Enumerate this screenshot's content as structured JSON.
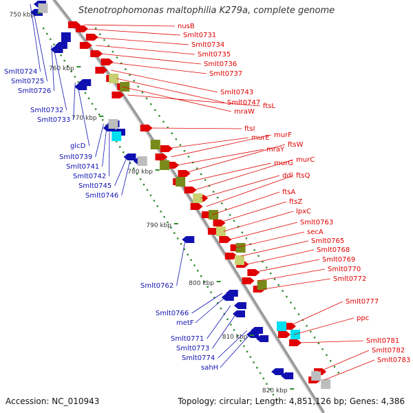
{
  "title": "Stenotrophomonas maltophilia K279a, complete genome",
  "footer": {
    "accession": "Accession: NC_010943",
    "summary": "Topology: circular; Length: 4,851,126 bp; Genes: 4,386"
  },
  "kbp_marks": [
    "750 kbp",
    "760 kbp",
    "770 kbp",
    "780 kbp",
    "790 kbp",
    "800 kbp",
    "810 kbp",
    "820 kbp"
  ],
  "forward_genes": [
    "nusB",
    "Smlt0731",
    "Smlt0734",
    "Smlt0735",
    "Smlt0736",
    "Smlt0737",
    "Smlt0743",
    "Smlt0747",
    "mraW",
    "ftsL",
    "ftsI",
    "murE",
    "murF",
    "mraY",
    "ftsW",
    "murG",
    "murC",
    "ddl",
    "ftsQ",
    "ftsA",
    "ftsZ",
    "lpxC",
    "Smlt0763",
    "secA",
    "Smlt0765",
    "Smlt0768",
    "Smlt0769",
    "Smlt0770",
    "Smlt0772",
    "Smlt0777",
    "ppc",
    "Smlt0781",
    "Smlt0782",
    "Smlt0783"
  ],
  "reverse_genes": [
    "Smlt0724",
    "Smlt0725",
    "Smlt0726",
    "Smlt0732",
    "Smlt0733",
    "glcD",
    "Smlt0739",
    "Smlt0741",
    "Smlt0742",
    "Smlt0745",
    "Smlt0746",
    "Smlt0762",
    "Smlt0766",
    "metF",
    "Smlt0771",
    "Smlt0773",
    "Smlt0774",
    "sahH"
  ],
  "colors": {
    "forward": "#e00000",
    "reverse": "#1010b0",
    "backbone": "#9a9a9a",
    "gc_skew": "#2a8a2a",
    "olive": "#7a8a1a",
    "light_olive": "#c8d070",
    "cyan": "#00e0f0",
    "gray": "#bdbdbd"
  }
}
